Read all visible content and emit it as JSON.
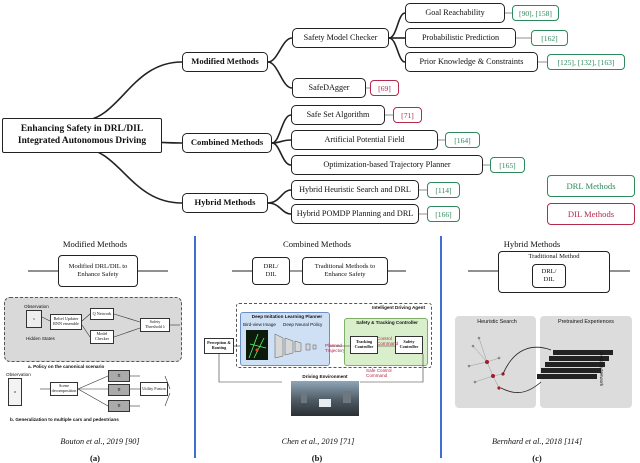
{
  "tree": {
    "root": "Enhancing Safety in DRL/DIL Integrated Autonomous Driving",
    "modified": "Modified Methods",
    "combined": "Combined Methods",
    "hybrid": "Hybrid Methods",
    "safety_checker": "Safety Model Checker",
    "goal": "Goal Reachability",
    "probabilistic": "Probabilistic Prediction",
    "prior": "Prior Knowledge & Constraints",
    "safedagger": "SafeDAgger",
    "safe_set": "Safe Set Algorithm",
    "apf": "Artificial Potential Field",
    "optim": "Optimization-based Trajectory Planner",
    "hhs": "Hybrid Heuristic Search and DRL",
    "hpomdp": "Hybrid POMDP Planning and DRL"
  },
  "refs": {
    "goal": "[90], [158]",
    "probabilistic": "[162]",
    "prior": "[125], [132], [163]",
    "safedagger": "[69]",
    "safe_set": "[71]",
    "apf": "[164]",
    "optim": "[165]",
    "hhs": "[114]",
    "hpomdp": "[166]"
  },
  "legend": {
    "drl": "DRL Methods",
    "dil": "DIL Methods"
  },
  "colors": {
    "drl": "#2e8a5c",
    "dil": "#b5294a",
    "separator": "#3f6fd1",
    "branch": "#222222"
  },
  "panels": [
    {
      "title": "Modified Methods",
      "cite": "Bouton et al., 2019 [90]",
      "label": "(a)"
    },
    {
      "title": "Combined Methods",
      "cite": "Chen et al., 2019 [71]",
      "label": "(b)"
    },
    {
      "title": "Hybrid Methods",
      "cite": "Bernhard et al., 2018 [114]",
      "label": "(c)"
    }
  ],
  "panel_a": {
    "schema_box": "Modified DRL/DIL to Enhance Safety",
    "observation": "Observation",
    "belief": "Belief Updater RNN ensemble",
    "qnet": "Q Network",
    "model_checker": "Model Checker",
    "safety_threshold": "Safety Threshold λ",
    "hidden": "Hidden States",
    "caption_a": "a. Policy on the canonical scenario",
    "observation2": "Observation",
    "scene": "Scene decomposition",
    "utility": "Utility Fusion",
    "caption_b": "b. Generalization to multiple cars and pedestrians"
  },
  "panel_b": {
    "schema_left": "DRL/ DIL",
    "schema_right": "Traditional Methods to Enhance Safety",
    "agent": "Intelligent Driving Agent",
    "dil_planner": "Deep Imitation Learning Planner",
    "bev": "Bird-view Image",
    "deep_policy": "Deep Neural Policy",
    "stc": "Safety & Tracking Controller",
    "perception": "Perception & Routing",
    "planned": "Planned Trajectory",
    "tracking": "Tracking Controller",
    "safety_ctrl": "Safety Controller",
    "control_cmd": "Control Command",
    "safe_cmd": "Safe Control Command",
    "env": "Driving Environment"
  },
  "panel_c": {
    "schema_outer": "Traditional Method",
    "schema_inner": "DRL/ DIL",
    "heuristic": "Heuristic Search",
    "pretrained": "Pretrained Experiences",
    "deep_q": "Deep Q-Network"
  }
}
